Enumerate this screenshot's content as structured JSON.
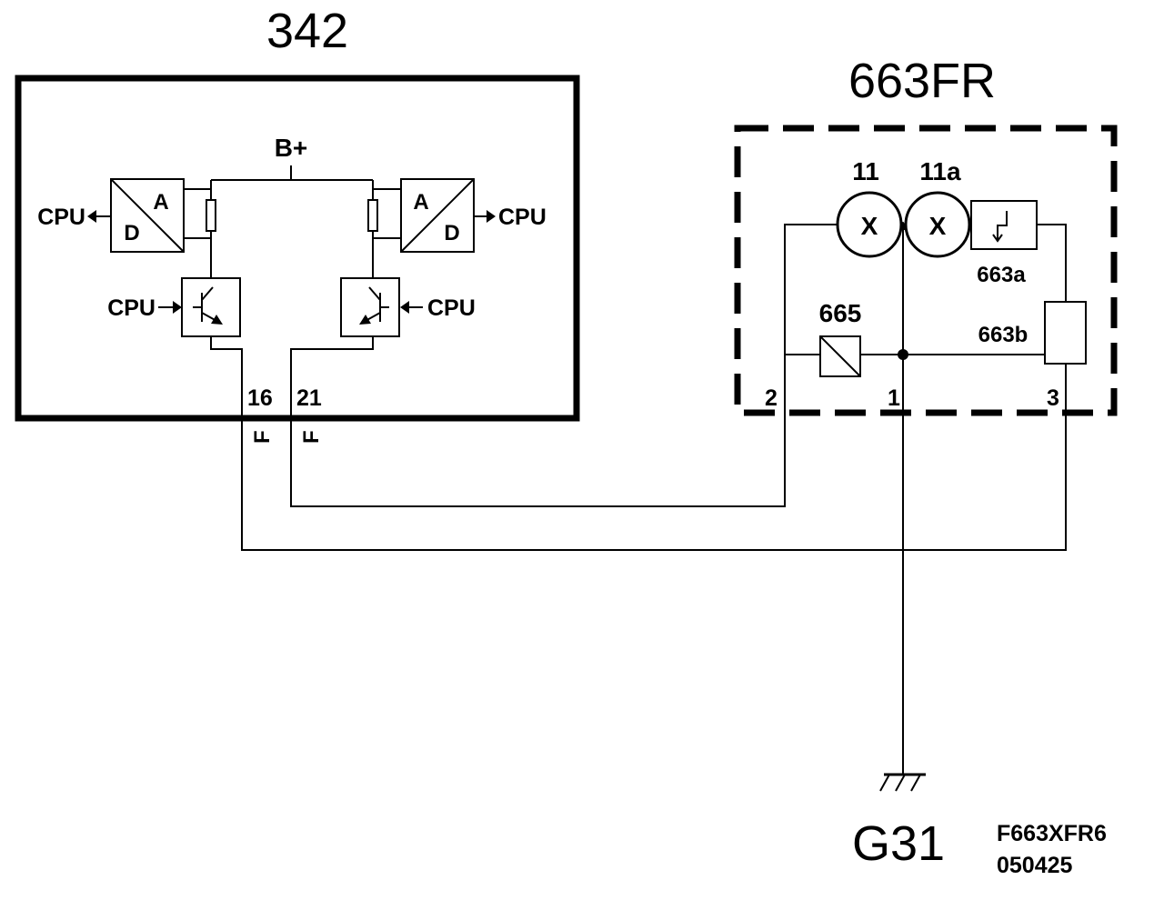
{
  "module_342": {
    "title": "342",
    "supply_label": "B+",
    "cpu_left_ad": "CPU",
    "cpu_right_ad": "CPU",
    "cpu_left_driver": "CPU",
    "cpu_right_driver": "CPU",
    "ad_a": "A",
    "ad_d": "D",
    "pin_left": "16",
    "pin_right": "21",
    "pin_left_marker": "F",
    "pin_right_marker": "F"
  },
  "module_663fr": {
    "title": "663FR",
    "lamp_1_label": "11",
    "lamp_2_label": "11a",
    "lamp_symbol": "X",
    "component_a_label": "663a",
    "component_b_label": "663b",
    "component_665_label": "665",
    "pin_2": "2",
    "pin_1": "1",
    "pin_3": "3"
  },
  "ground": {
    "label": "G31"
  },
  "drawing_ref": {
    "code": "F663XFR6",
    "date": "050425"
  }
}
